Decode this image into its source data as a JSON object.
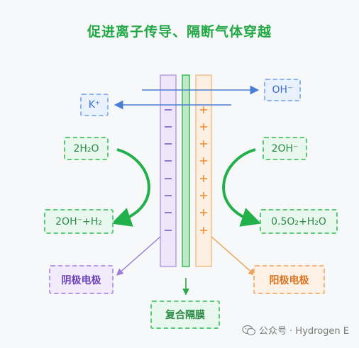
{
  "title": "促进离子传导、隔断气体穿越",
  "ions": {
    "hydroxide": "OH⁻",
    "potassium": "K⁺"
  },
  "cathode": {
    "reactant": "2H₂O",
    "product": "2OH⁻+H₂",
    "label": "阴极电极",
    "charge_sign": "−"
  },
  "anode": {
    "reactant": "2OH⁻",
    "product": "0.5O₂+H₂O",
    "label": "阳极电极",
    "charge_sign": "+"
  },
  "membrane_label": "复合隔膜",
  "watermark": "公众号 · Hydrogen E",
  "colors": {
    "title_green": "#22a845",
    "cathode_purple": "#9a7ad8",
    "anode_orange": "#f0a050",
    "membrane_green": "#3cb85a",
    "ion_blue": "#4b7fd6"
  }
}
